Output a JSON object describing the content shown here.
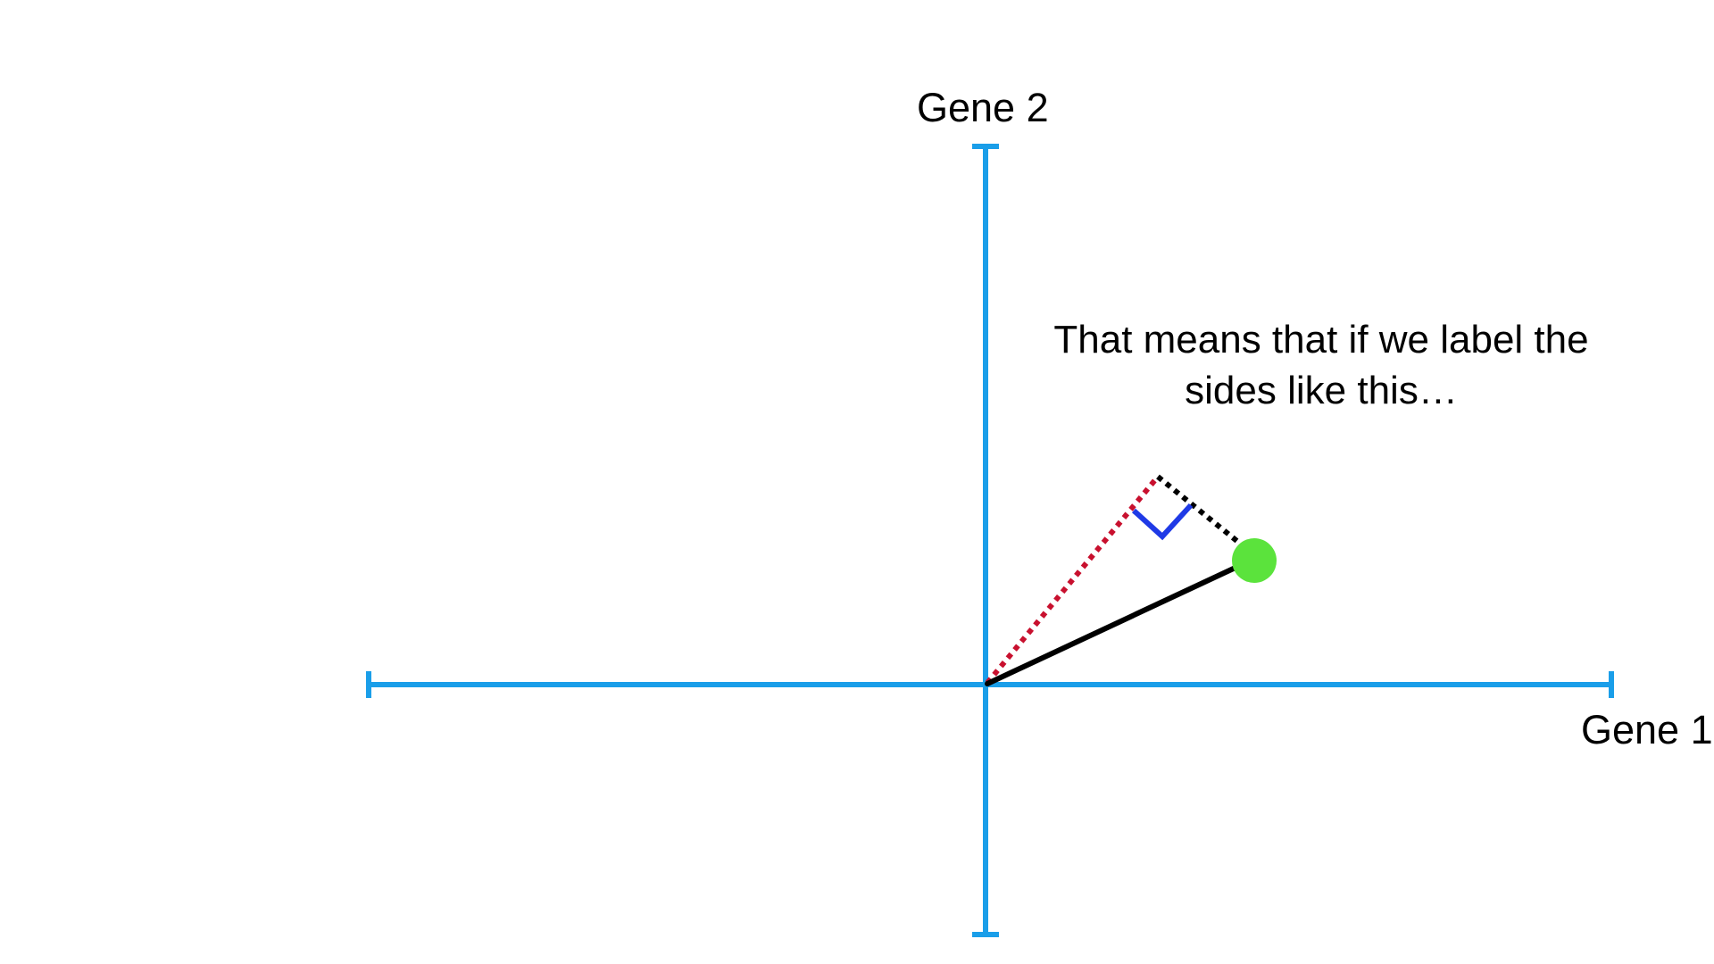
{
  "axes": {
    "y_label": "Gene 2",
    "x_label": "Gene 1",
    "color": "#1a9ee9"
  },
  "caption": {
    "line1": "That means that if we label the",
    "line2": "sides like this…"
  },
  "colors": {
    "point": "#5be33c",
    "solid_line": "#000000",
    "red_dotted": "#c8102e",
    "black_dotted": "#000000",
    "right_angle_marker": "#1f3ae6"
  }
}
